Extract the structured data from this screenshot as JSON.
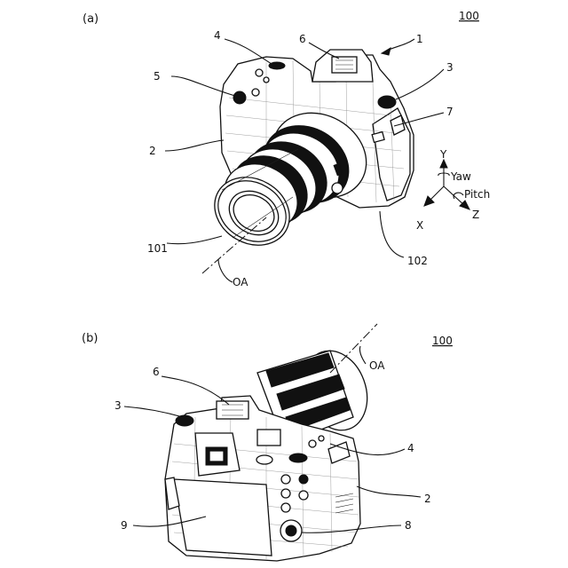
{
  "panels": [
    {
      "label": "(a)",
      "ref": "100",
      "parts": [
        "1",
        "2",
        "3",
        "4",
        "5",
        "6",
        "7",
        "101",
        "102"
      ],
      "axis_label": "OA",
      "coord_axes": {
        "y": "Y",
        "x": "X",
        "z": "Z",
        "yaw": "Yaw",
        "pitch": "Pitch"
      }
    },
    {
      "label": "(b)",
      "ref": "100",
      "parts": [
        "2",
        "3",
        "4",
        "6",
        "8",
        "9"
      ],
      "axis_label": "OA"
    }
  ]
}
